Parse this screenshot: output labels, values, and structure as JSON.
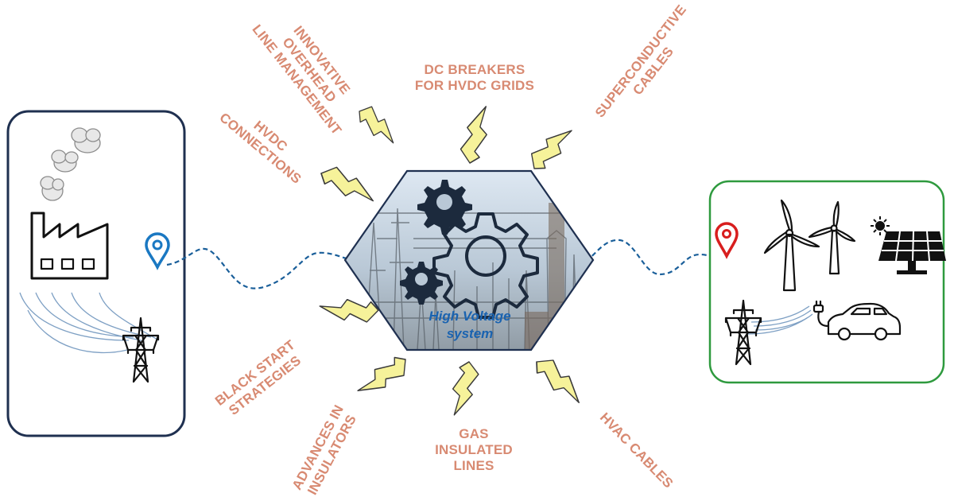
{
  "center": {
    "line1": "High Voltage",
    "line2": "system"
  },
  "topics": {
    "overhead": [
      "INNOVATIVE",
      "OVERHEAD",
      "LINE MANAGEMENT"
    ],
    "dc_breakers": [
      "DC BREAKERS",
      "FOR HVDC GRIDS"
    ],
    "superconductive": [
      "SUPERCONDUCTIVE",
      "CABLES"
    ],
    "hvdc": [
      "HVDC",
      "CONNECTIONS"
    ],
    "black_start": [
      "BLACK START",
      "STRATEGIES"
    ],
    "insulators": [
      "ADVANCES IN",
      "INSULATORS"
    ],
    "gas_insulated": [
      "GAS",
      "INSULATED",
      "LINES"
    ],
    "hvac": [
      "HVAC CABLES"
    ]
  },
  "colors": {
    "label": "#d88a72",
    "center_text": "#1a63b0",
    "bolt_fill": "#f6f29a",
    "left_box_border": "#1f3050",
    "right_box_border": "#2e9a3e",
    "left_pin": "#1a78c2",
    "right_pin": "#d81e1e",
    "dashed_line": "#1a5f9a"
  },
  "icons": {
    "left": [
      "factory-icon",
      "smoke-icon",
      "transmission-tower-icon",
      "location-pin-icon"
    ],
    "right": [
      "location-pin-icon",
      "wind-turbine-icon",
      "solar-panel-icon",
      "sun-icon",
      "transmission-tower-icon",
      "electric-car-icon"
    ],
    "hexagon": [
      "gear-icon",
      "substation-photo"
    ]
  }
}
